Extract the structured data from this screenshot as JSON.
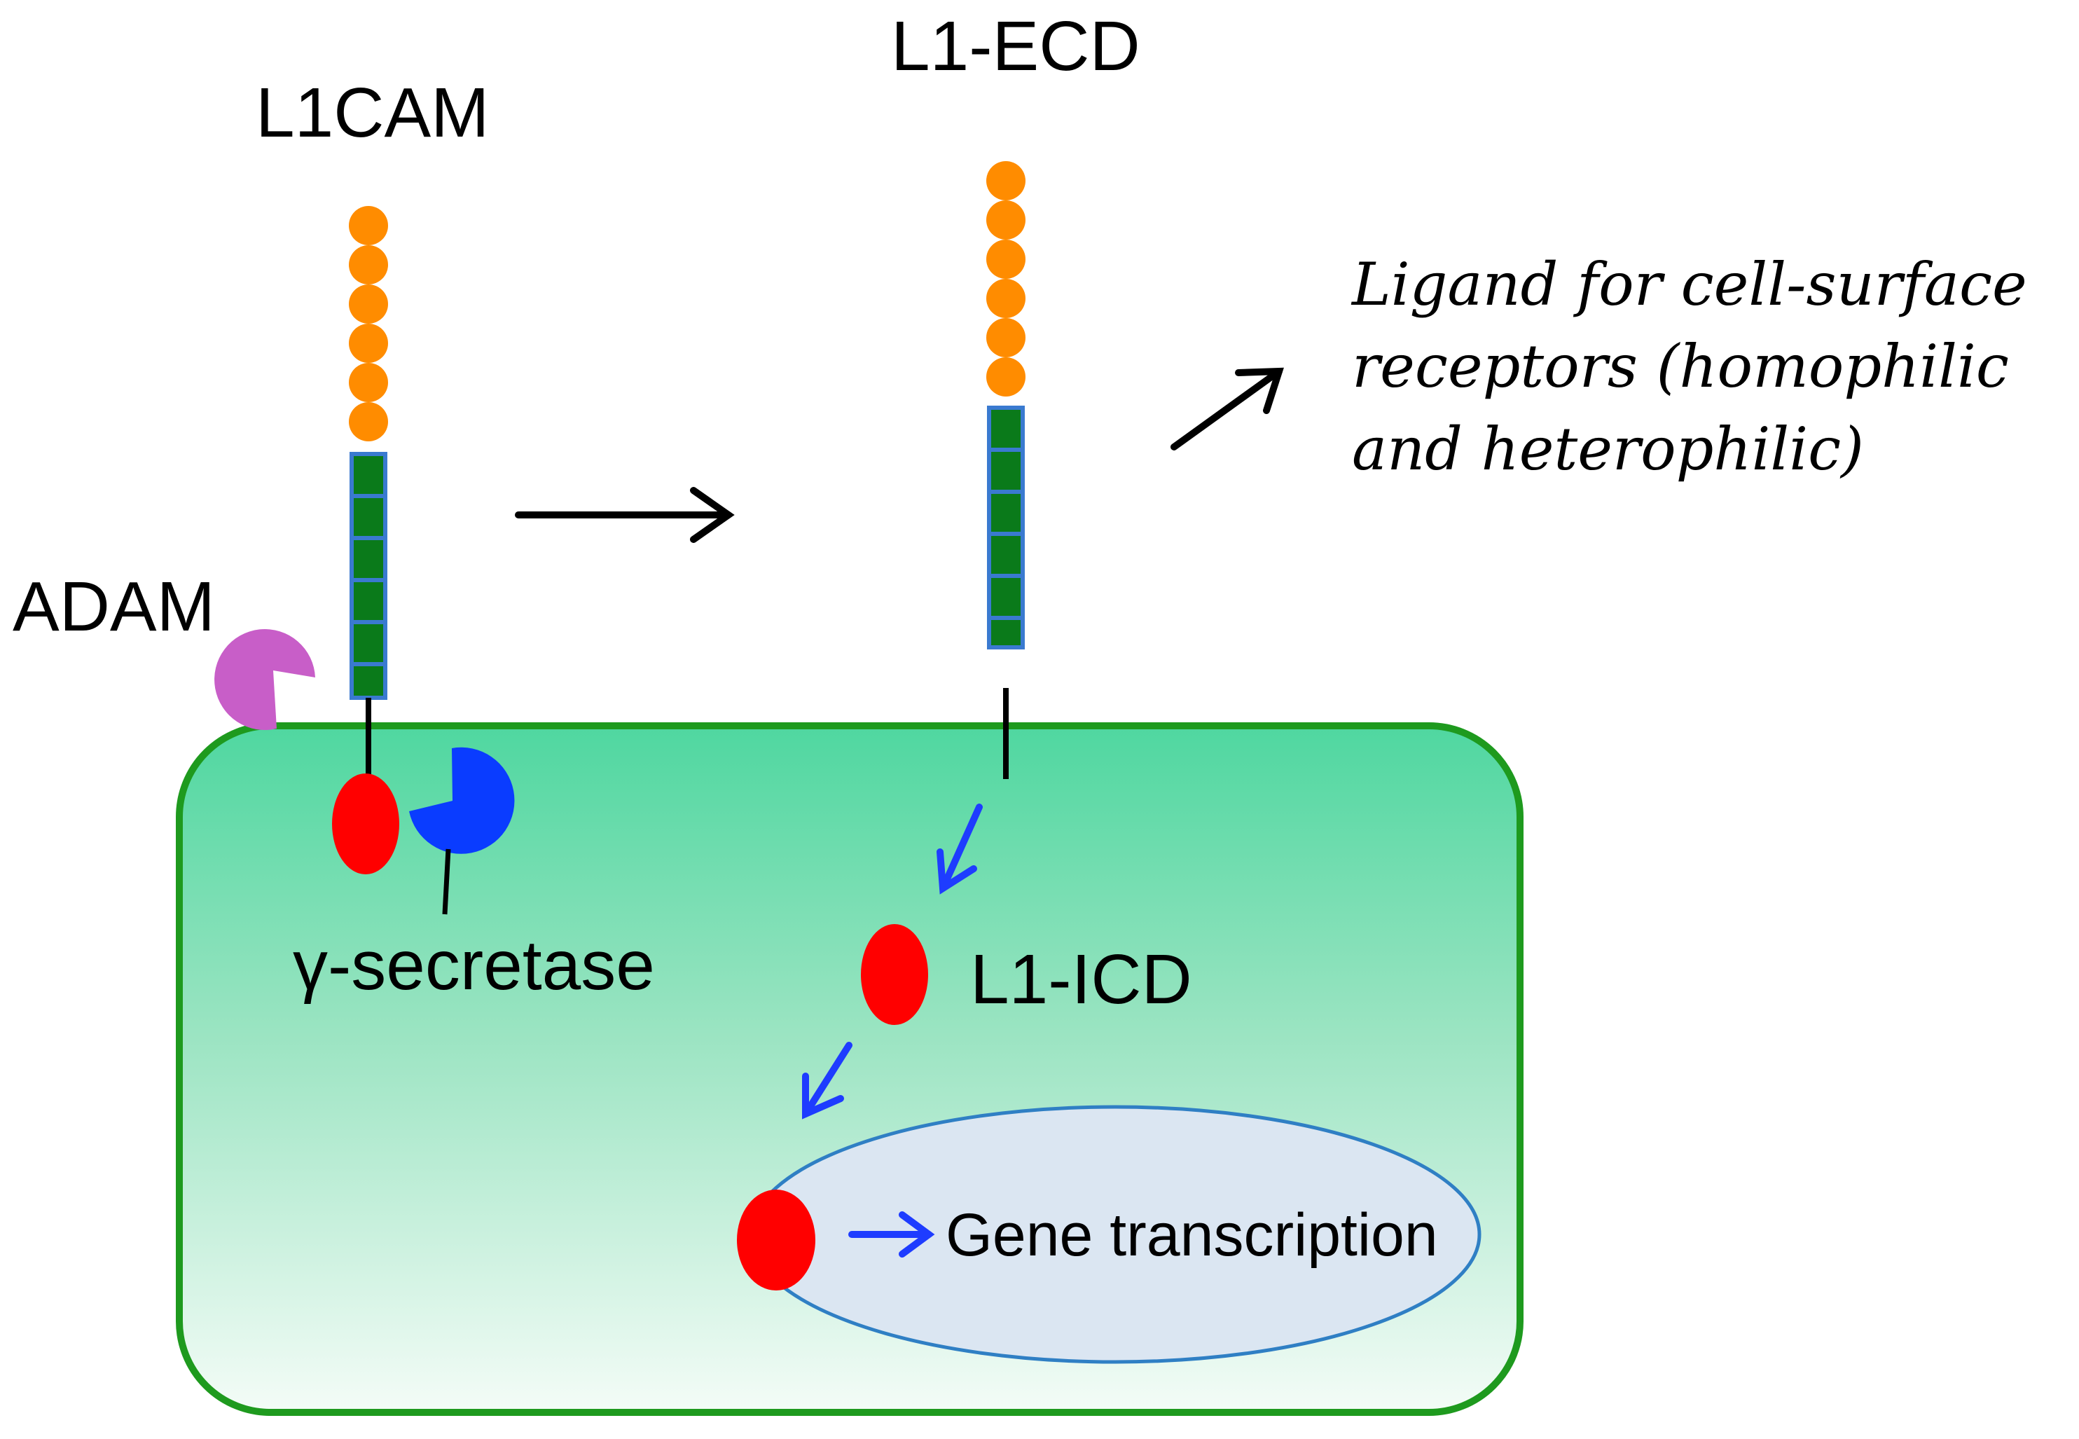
{
  "labels": {
    "l1cam": "L1CAM",
    "l1_ecd": "L1-ECD",
    "adam": "ADAM",
    "gamma_secretase": "γ-secretase",
    "l1_icd": "L1-ICD",
    "gene_transcription": "Gene transcription",
    "ligand_text": [
      "Ligand for cell-surface",
      "receptors (homophilic",
      "and heterophilic)"
    ]
  },
  "colors": {
    "cell_fill_top": "#4fd7a0",
    "cell_fill_bottom": "#f4fcf7",
    "cell_border": "#1e9a1e",
    "nucleus_fill": "#dbe6f2",
    "nucleus_border": "#2f7fc4",
    "ig_domain": "#ff8c00",
    "fn_domain_fill": "#0a7a1a",
    "fn_domain_border": "#3a7ad0",
    "adam": "#c85ec8",
    "gamma_secretase": "#0a3cff",
    "icd": "#ff0000",
    "arrow_black": "#000000",
    "arrow_blue": "#1e3cff"
  },
  "icons": {
    "adam": "pacman-shape",
    "gamma_secretase": "pacman-shape"
  }
}
